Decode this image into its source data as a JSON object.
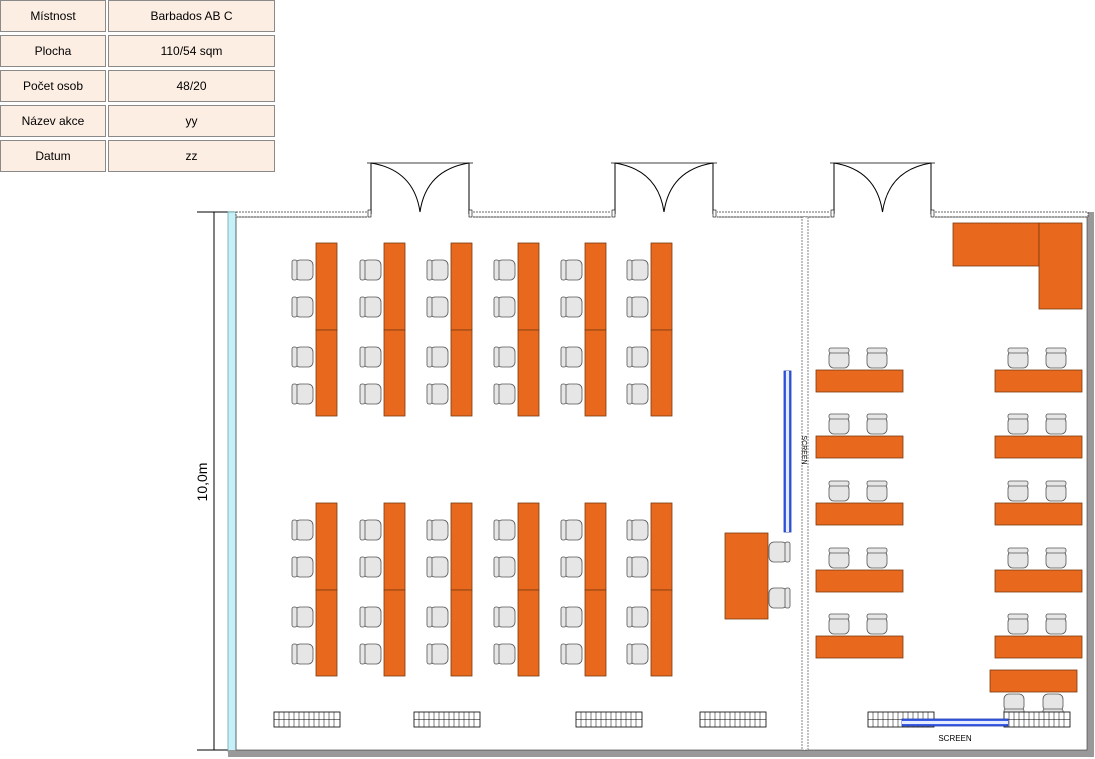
{
  "info_table": [
    {
      "label": "Místnost",
      "value": "Barbados AB C"
    },
    {
      "label": "Plocha",
      "value": "110/54 sqm"
    },
    {
      "label": "Počet osob",
      "value": "48/20"
    },
    {
      "label": "Název akce",
      "value": "yy"
    },
    {
      "label": "Datum",
      "value": "zz"
    }
  ],
  "plan": {
    "dimension_label": "10,0m",
    "screen_label_vertical": "SCREEN",
    "screen_label_bottom": "SCREEN"
  },
  "colors": {
    "table": "#e8681d",
    "table_border": "#7a3a10",
    "chair_fill": "#e6e6e6",
    "chair_stroke": "#555555",
    "wall": "#999999",
    "window": "#c8f0f8",
    "screen": "#3c5ee8",
    "info_cell": "#fdeee4"
  }
}
